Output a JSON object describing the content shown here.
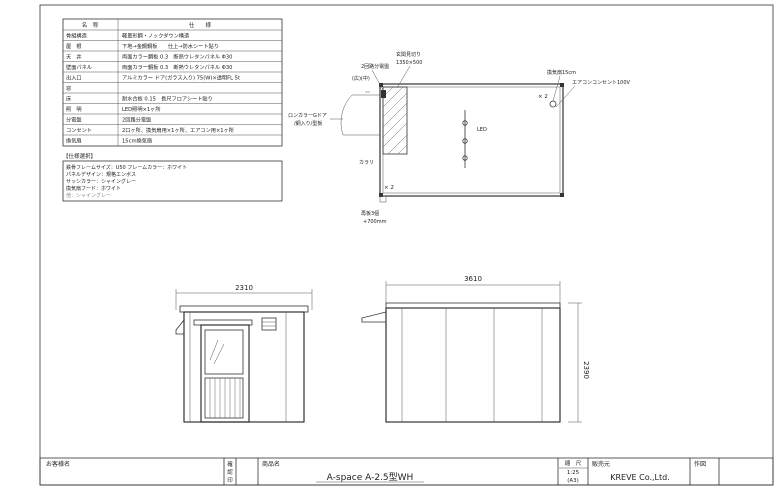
{
  "spec_table": {
    "header": {
      "name": "名　称",
      "spec": "仕　　様"
    },
    "rows": [
      {
        "name": "骨組構造",
        "spec": "軽量形鋼・ノックダウン構造"
      },
      {
        "name": "屋　根",
        "spec": "下地→金鋼鋼板　　仕上→防水シート貼り"
      },
      {
        "name": "天　井",
        "spec": "両面カラー鋼板 0.3　断熱ウレタンパネル Φ30"
      },
      {
        "name": "壁面パネル",
        "spec": "両面カラー鋼板 0.3　断熱ウレタンパネル Φ30"
      },
      {
        "name": "出入口",
        "spec": "アルミカラー ドア(ガラス入り) 75(W)×透明FL 5t"
      },
      {
        "name": "窓",
        "spec": ""
      },
      {
        "name": "床",
        "spec": "耐水合板 0.15　長尺フロアシート貼り"
      },
      {
        "name": "照　明",
        "spec": "LED照明×1ヶ所"
      },
      {
        "name": "分電盤",
        "spec": "2回路分電盤"
      },
      {
        "name": "コンセント",
        "spec": "2口ヶ所、換気扇用×1ヶ所、エアコン用×1ヶ所"
      },
      {
        "name": "換気扇",
        "spec": "15cm換気扇"
      }
    ]
  },
  "options": {
    "title": "【仕様選択】",
    "lines": [
      "鉄骨フレームサイズ：U50 フレームカラー：ホワイト",
      "パネルデザイン：規格エンボス",
      "サッシカラー：シャイングレー",
      "換気扇フード：ホワイト",
      "他：シャイングレー"
    ]
  },
  "plan_labels": {
    "breaker": "2回路分電盤",
    "entrance_cutout": "玄関見切り",
    "entrance_dim": "1350×500",
    "lamp_note": "(広)(中)",
    "door_note_1": "ロンカラーGドア",
    "door_note_2": "/網入り/型板",
    "fan": "換気扇15cm",
    "ac_outlet": "エアコンコンセント100V",
    "outlet_x2_a": "× 2",
    "outlet_x2_b": "× 2",
    "led": "LED",
    "gutter": "カラリ",
    "entrance_step_1": "再板3個",
    "entrance_step_2": "+700mm"
  },
  "dimensions": {
    "side_width": "2310",
    "front_width": "3610",
    "height": "2390"
  },
  "title_block": {
    "customer_label": "お客様名",
    "drawing_label_1": "確",
    "drawing_label_2": "認",
    "drawing_label_3": "印",
    "product_label": "商品名",
    "product_name": "A-space A-2.5型WH",
    "scale_label": "縮　尺",
    "scale_value": "1:25",
    "paper_size": "(A3)",
    "maker_label": "販売元",
    "maker_name": "KREVE Co.,Ltd.",
    "author_label": "作図"
  }
}
